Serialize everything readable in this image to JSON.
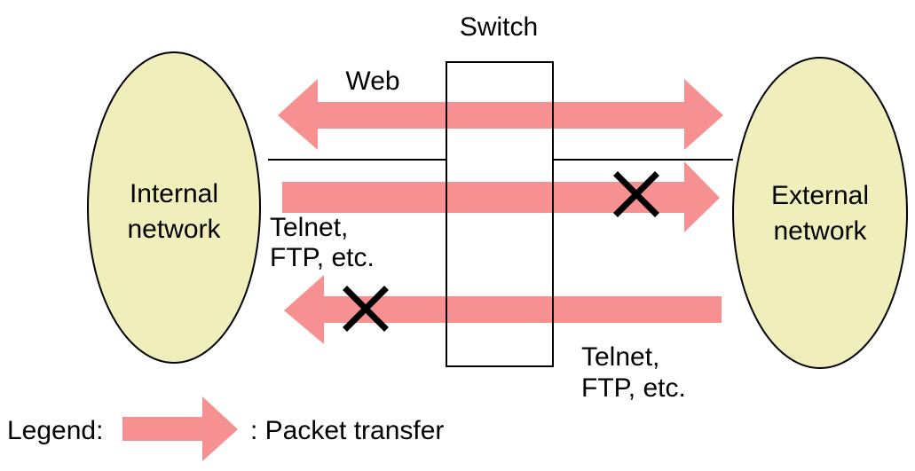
{
  "switch": {
    "label": "Switch"
  },
  "internal_network": {
    "line1": "Internal",
    "line2": "network"
  },
  "external_network": {
    "line1": "External",
    "line2": "network"
  },
  "flows": {
    "web": {
      "label": "Web",
      "direction": "bidirectional",
      "blocked": false
    },
    "outbound": {
      "label_line1": "Telnet,",
      "label_line2": "FTP, etc.",
      "direction": "internal-to-external",
      "blocked": true
    },
    "inbound": {
      "label_line1": "Telnet,",
      "label_line2": "FTP, etc.",
      "direction": "external-to-internal",
      "blocked": true
    }
  },
  "legend": {
    "label": "Legend:",
    "description": ": Packet transfer"
  },
  "colors": {
    "network_fill": "#f0eebb",
    "arrow_fill": "#f79191",
    "outline": "#000000",
    "blocked_mark": "#000000"
  },
  "icons": {
    "blocked": "x-cross-icon",
    "packet": "arrow-icon"
  }
}
